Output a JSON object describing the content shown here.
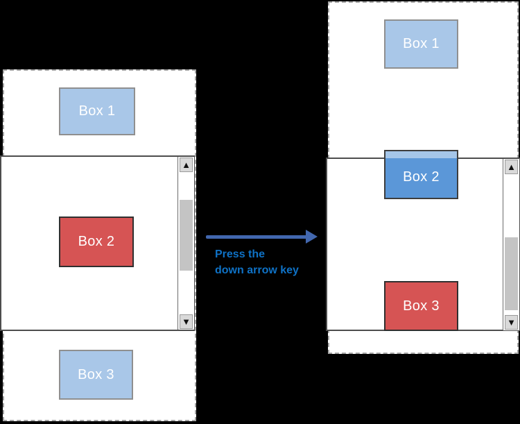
{
  "figure": {
    "caption": {
      "line1": "Press the",
      "line2": "down arrow key"
    },
    "before": {
      "box1": {
        "label": "Box 1",
        "state": "unfocused"
      },
      "box2": {
        "label": "Box 2",
        "state": "focused"
      },
      "box3": {
        "label": "Box 3",
        "state": "unfocused"
      }
    },
    "after": {
      "box1": {
        "label": "Box 1",
        "state": "unfocused"
      },
      "box2": {
        "label": "Box 2",
        "state": "previous-focus"
      },
      "box3": {
        "label": "Box 3",
        "state": "focused"
      }
    },
    "scrollbar": {
      "up": "▲",
      "down": "▼"
    },
    "colors": {
      "background": "#000000",
      "box_unfocused_fill": "#a9c7e8",
      "box_focused_blue_fill": "#5b97d8",
      "box_focused_red_fill": "#d65454",
      "arrow": "#4267ae",
      "caption_text": "#0f72c6",
      "scrollbar_thumb": "#c4c4c4",
      "scrollbar_button": "#d9d9d9",
      "viewport_border": "#4d4d4d",
      "document_border_dashed": "#a6a6a6"
    }
  }
}
